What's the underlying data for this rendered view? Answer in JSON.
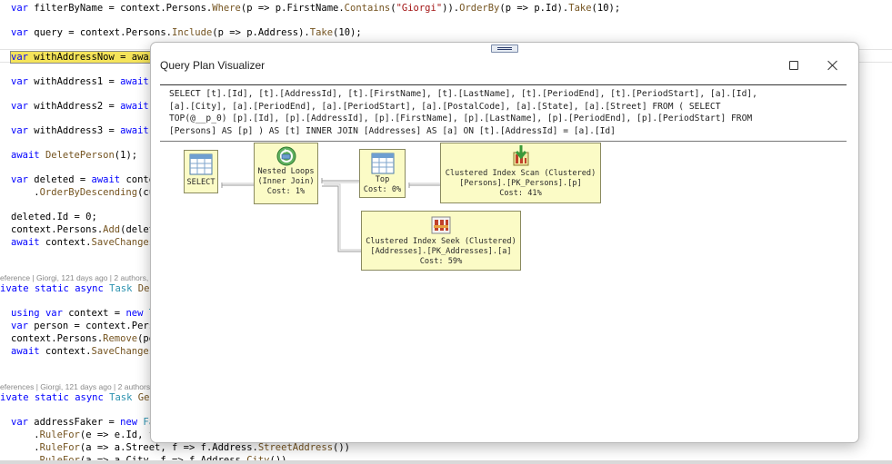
{
  "editor": {
    "lines": [
      {
        "parts": [
          [
            "kw",
            "var"
          ],
          [
            "nm",
            " filterByName = context.Persons."
          ],
          [
            "mt",
            "Where"
          ],
          [
            "nm",
            "(p => p.FirstName."
          ],
          [
            "mt",
            "Contains"
          ],
          [
            "nm",
            "("
          ],
          [
            "st",
            "\"Giorgi\""
          ],
          [
            "nm",
            "))."
          ],
          [
            "mt",
            "OrderBy"
          ],
          [
            "nm",
            "(p => p.Id)."
          ],
          [
            "mt",
            "Take"
          ],
          [
            "nm",
            "(10);"
          ]
        ]
      },
      {
        "parts": [
          [
            "kw",
            "var"
          ],
          [
            "nm",
            " query = context.Persons."
          ],
          [
            "mt",
            "Include"
          ],
          [
            "nm",
            "(p => p.Address)."
          ],
          [
            "mt",
            "Take"
          ],
          [
            "nm",
            "(10);"
          ]
        ]
      },
      {
        "parts": [
          [
            "kw",
            "var"
          ],
          [
            "nm",
            " withAddressNow = awai"
          ]
        ],
        "highlight": true
      },
      {
        "parts": [
          [
            "kw",
            "var"
          ],
          [
            "nm",
            " withAddress1 = "
          ],
          [
            "kw",
            "await"
          ]
        ]
      },
      {
        "parts": [
          [
            "kw",
            "var"
          ],
          [
            "nm",
            " withAddress2 = "
          ],
          [
            "kw",
            "await"
          ]
        ]
      },
      {
        "parts": [
          [
            "kw",
            "var"
          ],
          [
            "nm",
            " withAddress3 = "
          ],
          [
            "kw",
            "await"
          ]
        ]
      },
      {
        "parts": [
          [
            "kw",
            "await"
          ],
          [
            "nm",
            " "
          ],
          [
            "mt",
            "DeletePerson"
          ],
          [
            "nm",
            "(1);"
          ]
        ]
      },
      {
        "parts": [
          [
            "kw",
            "var"
          ],
          [
            "nm",
            " deleted = "
          ],
          [
            "kw",
            "await"
          ],
          [
            "nm",
            " conte"
          ]
        ]
      },
      {
        "parts": [
          [
            "nm",
            "    ."
          ],
          [
            "mt",
            "OrderByDescending"
          ],
          [
            "nm",
            "(cu"
          ]
        ]
      },
      {
        "parts": [
          [
            "nm",
            "deleted.Id = 0;"
          ]
        ]
      },
      {
        "parts": [
          [
            "nm",
            "context.Persons."
          ],
          [
            "mt",
            "Add"
          ],
          [
            "nm",
            "(delet"
          ]
        ]
      },
      {
        "parts": [
          [
            "kw",
            "await"
          ],
          [
            "nm",
            " context."
          ],
          [
            "mt",
            "SaveChanges"
          ]
        ]
      },
      {
        "parts": [
          [
            "kw",
            "ivate"
          ],
          [
            "nm",
            " "
          ],
          [
            "kw",
            "static"
          ],
          [
            "nm",
            " "
          ],
          [
            "kw",
            "async"
          ],
          [
            "nm",
            " "
          ],
          [
            "ty",
            "Task"
          ],
          [
            "nm",
            " "
          ],
          [
            "mt",
            "Del"
          ]
        ]
      },
      {
        "parts": [
          [
            "kw",
            "using"
          ],
          [
            "nm",
            " "
          ],
          [
            "kw",
            "var"
          ],
          [
            "nm",
            " context = "
          ],
          [
            "kw",
            "new"
          ],
          [
            "nm",
            " "
          ],
          [
            "ty",
            "T"
          ]
        ]
      },
      {
        "parts": [
          [
            "kw",
            "var"
          ],
          [
            "nm",
            " person = context.Pers"
          ]
        ]
      },
      {
        "parts": [
          [
            "nm",
            "context.Persons."
          ],
          [
            "mt",
            "Remove"
          ],
          [
            "nm",
            "(pe"
          ]
        ]
      },
      {
        "parts": [
          [
            "kw",
            "await"
          ],
          [
            "nm",
            " context."
          ],
          [
            "mt",
            "SaveChanges"
          ]
        ]
      },
      {
        "parts": [
          [
            "kw",
            "ivate"
          ],
          [
            "nm",
            " "
          ],
          [
            "kw",
            "static"
          ],
          [
            "nm",
            " "
          ],
          [
            "kw",
            "async"
          ],
          [
            "nm",
            " "
          ],
          [
            "ty",
            "Task"
          ],
          [
            "nm",
            " "
          ],
          [
            "mt",
            "Gen"
          ]
        ]
      },
      {
        "parts": [
          [
            "kw",
            "var"
          ],
          [
            "nm",
            " addressFaker = "
          ],
          [
            "kw",
            "new"
          ],
          [
            "nm",
            " "
          ],
          [
            "ty",
            "Fa"
          ]
        ]
      },
      {
        "parts": [
          [
            "nm",
            "    ."
          ],
          [
            "mt",
            "RuleFor"
          ],
          [
            "nm",
            "(e => e.Id, f"
          ]
        ]
      },
      {
        "parts": [
          [
            "nm",
            "    ."
          ],
          [
            "mt",
            "RuleFor"
          ],
          [
            "nm",
            "(a => a.Street, f => f.Address."
          ],
          [
            "mt",
            "StreetAddress"
          ],
          [
            "nm",
            "())"
          ]
        ]
      },
      {
        "parts": [
          [
            "nm",
            "    ."
          ],
          [
            "mt",
            "RuleFor"
          ],
          [
            "nm",
            "(a => a.City, f => f.Address."
          ],
          [
            "mt",
            "City"
          ],
          [
            "nm",
            "())"
          ]
        ]
      }
    ],
    "codelens_1": "eference | Giorgi, 121 days ago | 2 authors,",
    "codelens_2": "eferences | Giorgi, 121 days ago | 2 authors"
  },
  "dialog": {
    "title": "Query Plan Visualizer",
    "maximize_icon": "maximize-icon",
    "close_icon": "close-icon",
    "query": "SELECT [t].[Id], [t].[AddressId], [t].[FirstName], [t].[LastName], [t].[PeriodEnd], [t].[PeriodStart], [a].[Id],\n[a].[City], [a].[PeriodEnd], [a].[PeriodStart], [a].[PostalCode], [a].[State], [a].[Street] FROM ( SELECT\nTOP(@__p_0) [p].[Id], [p].[AddressId], [p].[FirstName], [p].[LastName], [p].[PeriodEnd], [p].[PeriodStart] FROM\n[Persons] AS [p] ) AS [t] INNER JOIN [Addresses] AS [a] ON [t].[AddressId] = [a].[Id]"
  },
  "plan": {
    "select": {
      "label": "SELECT",
      "icon": "select-table-icon"
    },
    "nested": {
      "line1": "Nested Loops",
      "line2": "(Inner Join)",
      "cost": "Cost: 1%",
      "icon": "nested-loops-icon"
    },
    "top": {
      "line1": "Top",
      "cost": "Cost: 0%",
      "icon": "top-table-icon"
    },
    "scan": {
      "line1": "Clustered Index Scan (Clustered)",
      "line2": "[Persons].[PK_Persons].[p]",
      "cost": "Cost: 41%",
      "icon": "clustered-index-scan-icon"
    },
    "seek": {
      "line1": "Clustered Index Seek (Clustered)",
      "line2": "[Addresses].[PK_Addresses].[a]",
      "cost": "Cost: 59%",
      "icon": "clustered-index-seek-icon"
    },
    "colors": {
      "node_fill": "#fbfbc6",
      "node_border": "#8a8a60",
      "arrow": "#9a9a9a"
    }
  }
}
